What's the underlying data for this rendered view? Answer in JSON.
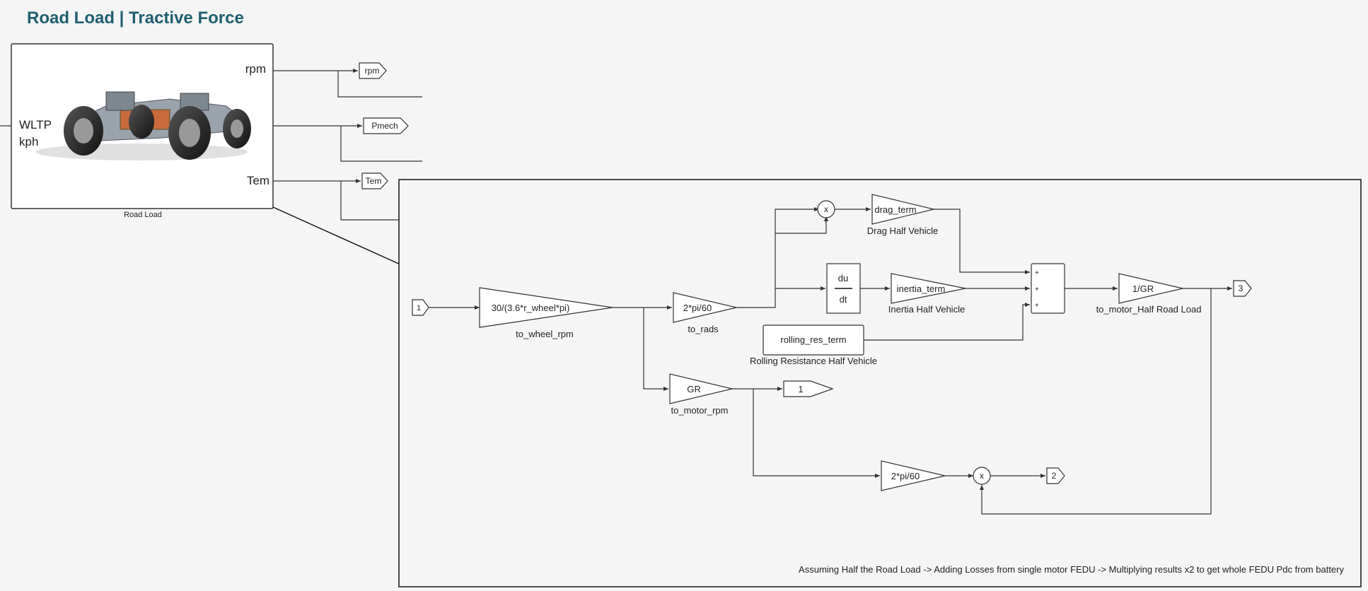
{
  "title": "Road Load | Tractive Force",
  "road_load_block": {
    "label": "Road Load",
    "in_port_label_1": "WLTP",
    "in_port_label_2": "kph",
    "out_rpm": "rpm",
    "out_tem": "Tem",
    "image_icon": "car-chassis-image"
  },
  "goto_tags": {
    "rpm": "rpm",
    "pmech": "Pmech",
    "tem": "Tem"
  },
  "subsystem": {
    "inport_1": "1",
    "gain_wheel": {
      "value": "30/(3.6*r_wheel*pi)",
      "label": "to_wheel_rpm"
    },
    "gain_rads": {
      "value": "2*pi/60",
      "label": "to_rads"
    },
    "product_drag": "x",
    "gain_drag": {
      "value": "drag_term",
      "label": "Drag Half Vehicle"
    },
    "derivative": {
      "num": "du",
      "den": "dt"
    },
    "gain_inertia": {
      "value": "inertia_term",
      "label": "Inertia Half Vehicle"
    },
    "constant_rolling": {
      "value": "rolling_res_term",
      "label": "Rolling Resistance Half Vehicle"
    },
    "sum_signs": [
      "+",
      "+",
      "+"
    ],
    "gain_motor": {
      "value": "1/GR",
      "label": "to_motor_Half Road Load"
    },
    "outport_3": "3",
    "gain_gr": {
      "value": "GR",
      "label": "to_motor_rpm"
    },
    "outport_1": "1",
    "gain_rads2": {
      "value": "2*pi/60"
    },
    "product_power": "x",
    "outport_2": "2",
    "note": "Assuming Half the Road Load -> Adding Losses from single motor FEDU -> Multiplying results x2 to get whole FEDU Pdc from battery"
  }
}
